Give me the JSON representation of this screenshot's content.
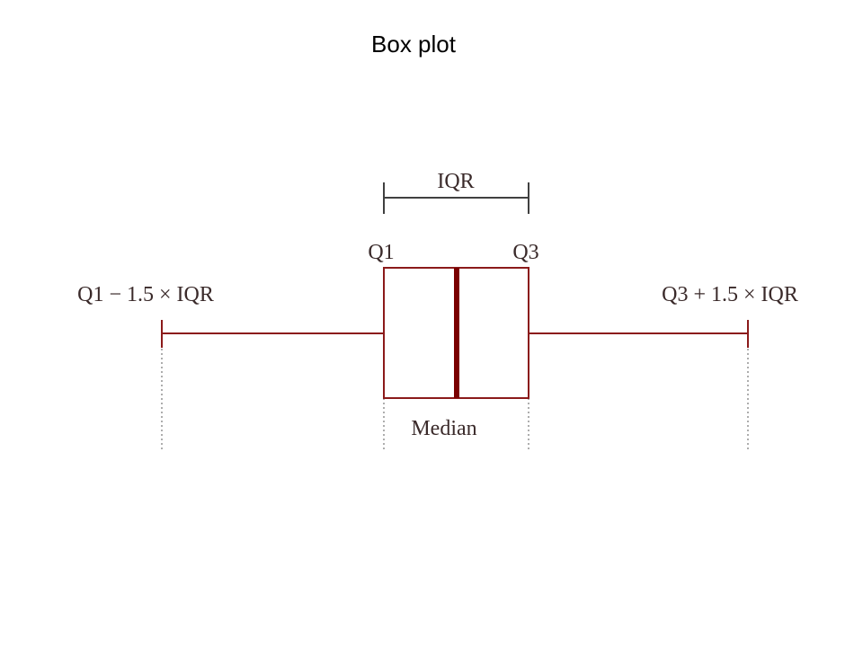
{
  "slide": {
    "title": "Box plot"
  },
  "diagram": {
    "labels": {
      "iqr": "IQR",
      "q1": "Q1",
      "q3": "Q3",
      "lower_fence": "Q1 − 1.5 × IQR",
      "upper_fence": "Q3 + 1.5 × IQR",
      "median": "Median"
    },
    "colors": {
      "box": "#8b1a1a",
      "median_line": "#7a0000",
      "iqr_bracket": "#404040",
      "guides": "#777777",
      "text": "#3a2a2a"
    }
  }
}
